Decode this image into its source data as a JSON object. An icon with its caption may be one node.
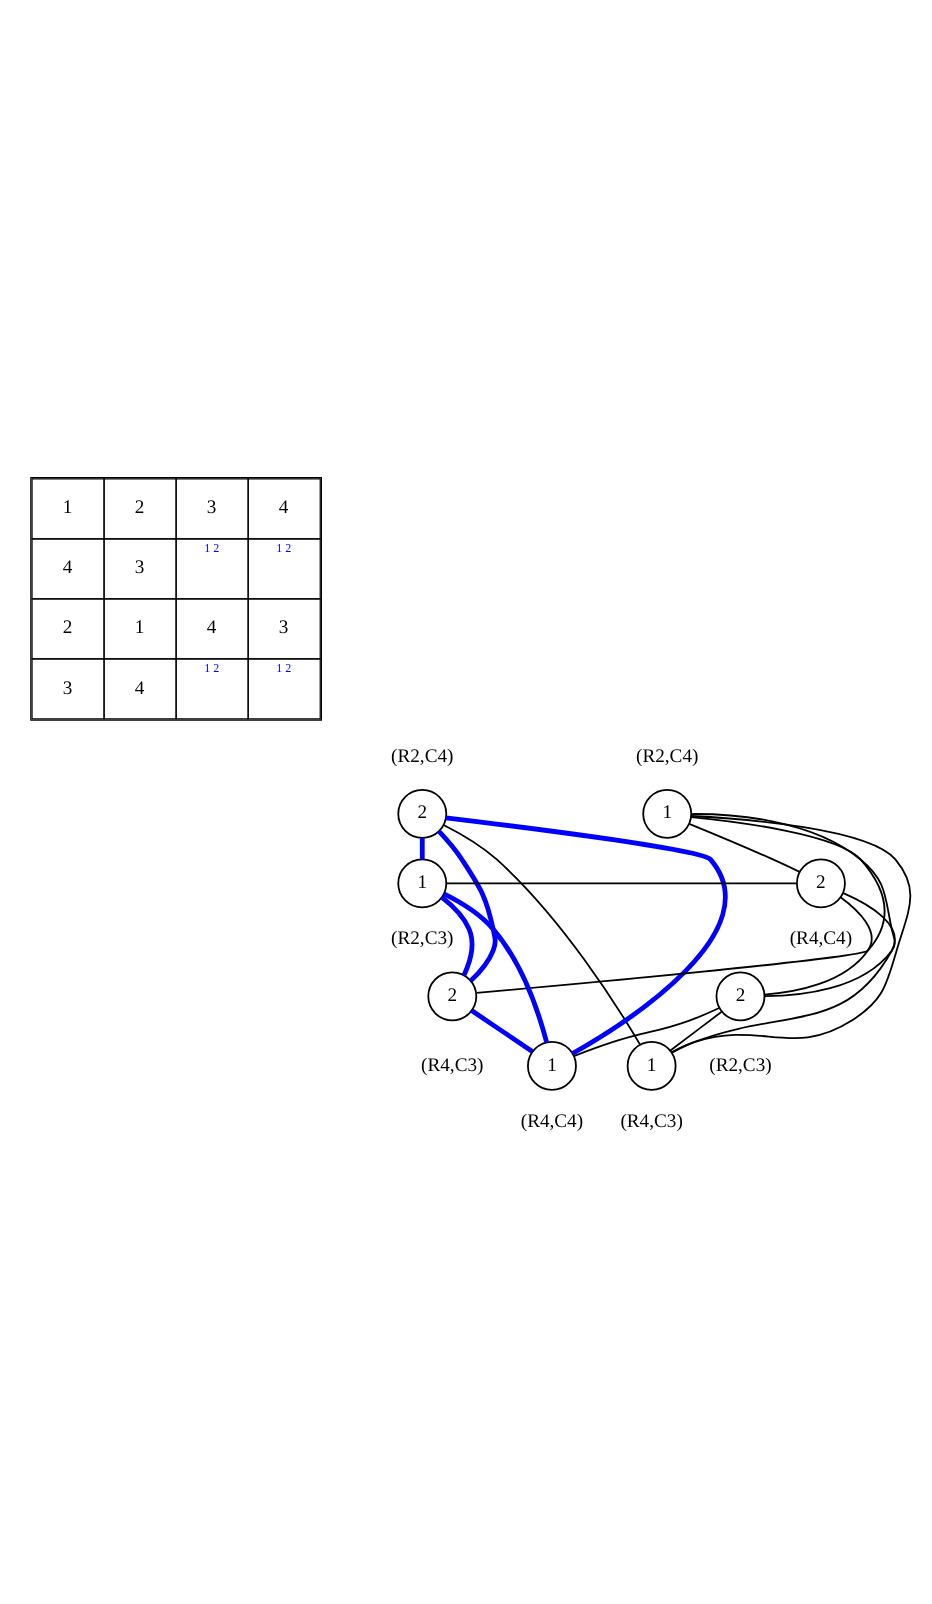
{
  "diagram": {
    "nodes": [
      {
        "text": [
          "2"
        ],
        "beside": [
          "(R2,C4)"
        ]
      },
      {
        "text": [
          "1"
        ],
        "beside": [
          "(R2,C4)"
        ]
      },
      {
        "text": [
          "1"
        ],
        "beside": [
          "(R2,C3)"
        ]
      },
      {
        "text": [
          "2"
        ],
        "beside": [
          "(R4,C4)"
        ]
      },
      {
        "text": [
          "2"
        ],
        "beside": [
          "(R2,C3)"
        ]
      },
      {
        "text": [
          "2"
        ],
        "beside": [
          "(R4,C3)"
        ]
      },
      {
        "text": [
          "1"
        ],
        "beside": [
          "(R4,C3)"
        ]
      },
      {
        "text": [
          "1"
        ],
        "beside": [
          "(R4,C4)"
        ]
      }
    ],
    "edges": [
      {
        "from": 0,
        "to": 2,
        "arrow": "none",
        "style": "thick",
        "color": "#0000ff"
      },
      {
        "from": 0,
        "to": 6,
        "arrow": "none"
      },
      {
        "from": 0,
        "to": 7,
        "arrow": "none",
        "style": "thick",
        "color": "#0000ff"
      },
      {
        "from": 0,
        "to": 5,
        "arrow": "none",
        "style": "thick",
        "color": "#0000ff"
      },
      {
        "from": 1,
        "to": 3,
        "arrow": "none"
      },
      {
        "from": 1,
        "to": 5,
        "arrow": "none"
      },
      {
        "from": 1,
        "to": 4,
        "arrow": "none"
      },
      {
        "from": 1,
        "to": 6,
        "arrow": "none"
      },
      {
        "from": 2,
        "to": 3,
        "arrow": "none"
      },
      {
        "from": 2,
        "to": 5,
        "arrow": "none",
        "style": "thick",
        "color": "#0000ff"
      },
      {
        "from": 2,
        "to": 7,
        "arrow": "none",
        "style": "thick",
        "color": "#0000ff"
      },
      {
        "from": 3,
        "to": 4,
        "arrow": "none"
      },
      {
        "from": 3,
        "to": 6,
        "arrow": "none"
      },
      {
        "from": 4,
        "to": 6,
        "arrow": "none"
      },
      {
        "from": 4,
        "to": 7,
        "arrow": "none"
      },
      {
        "from": 5,
        "to": 7,
        "arrow": "none",
        "style": "thick",
        "color": "#0000ff"
      }
    ],
    "labels": [
      "1",
      "2",
      "3",
      "4",
      "4",
      "3",
      "1 2",
      "1 2",
      "2",
      "1",
      "4",
      "3",
      "3",
      "4",
      "1 2",
      "1 2"
    ]
  }
}
